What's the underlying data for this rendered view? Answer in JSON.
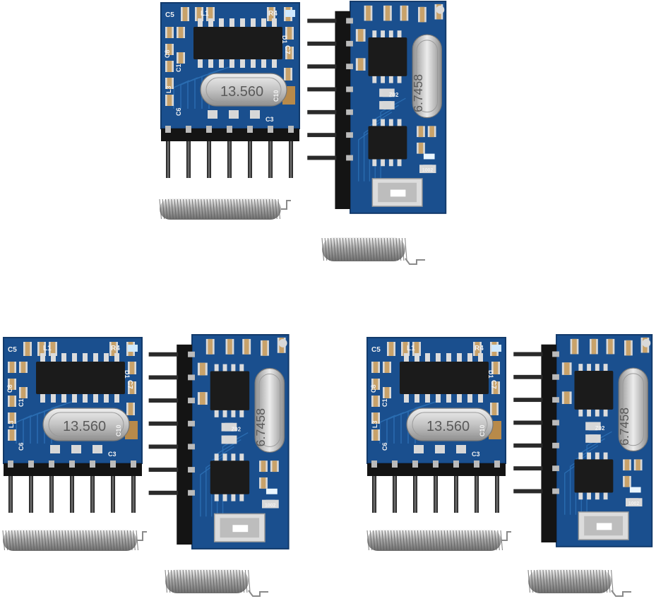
{
  "image": {
    "subject": "3 sets of 433MHz RF transmitter and receiver modules with spring antennas",
    "background_color": "#ffffff"
  },
  "colors": {
    "pcb": "#1a4f8e",
    "pcb_dark": "#123a6b",
    "chip": "#1b1b1b",
    "pin": "#2b2b2b",
    "header": "#141414",
    "crystal": "#c9c9c9",
    "spring": "#b8b8b8",
    "smd_cap": "#c8a26a",
    "pad": "#d9d9d9"
  },
  "sets": [
    {
      "id": "set-1",
      "receiver": {
        "crystal_label": "13.560",
        "silk_labels": [
          "C5",
          "L1",
          "R4",
          "C8",
          "C1",
          "L3",
          "C7",
          "C6",
          "C3",
          "C10",
          "D1"
        ]
      },
      "transmitter": {
        "crystal_label": "6.7458",
        "silk_labels": [
          "Z02",
          "1002"
        ]
      }
    },
    {
      "id": "set-2",
      "receiver": {
        "crystal_label": "13.560",
        "silk_labels": [
          "C5",
          "L1",
          "R4",
          "C8",
          "C1",
          "L3",
          "C7",
          "C6",
          "C3",
          "C10",
          "D1"
        ]
      },
      "transmitter": {
        "crystal_label": "6.7458",
        "silk_labels": [
          "Z02",
          "1002"
        ]
      }
    },
    {
      "id": "set-3",
      "receiver": {
        "crystal_label": "13.560",
        "silk_labels": [
          "C5",
          "L1",
          "R4",
          "C8",
          "C1",
          "L3",
          "C7",
          "C6",
          "C3",
          "C10",
          "D1"
        ]
      },
      "transmitter": {
        "crystal_label": "6.7458",
        "silk_labels": [
          "Z02",
          "1002"
        ]
      }
    }
  ]
}
